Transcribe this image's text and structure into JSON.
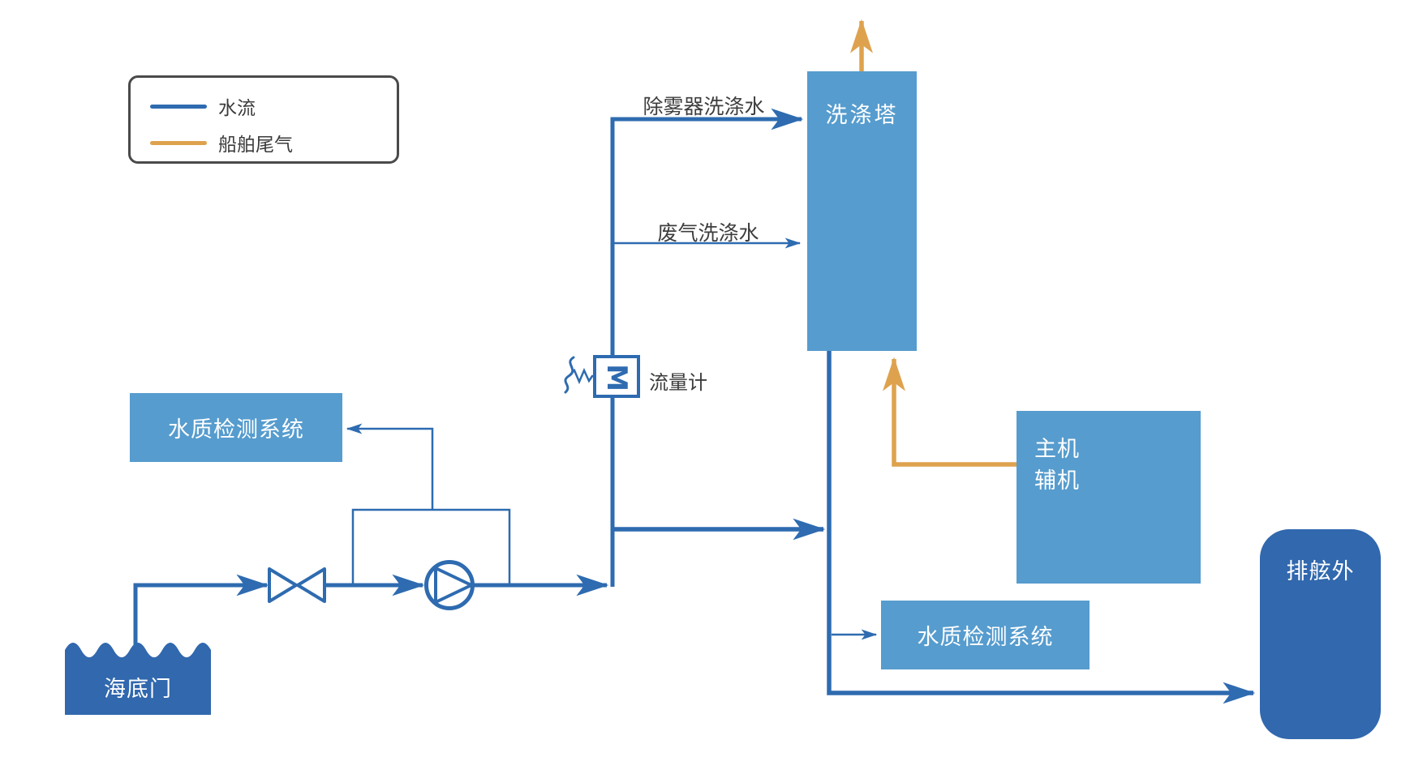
{
  "legend": {
    "items": [
      {
        "label": "水流"
      },
      {
        "label": "船舶尾气"
      }
    ]
  },
  "nodes": {
    "scrubber_tower": "洗涤塔",
    "water_quality_left": "水质检测系统",
    "water_quality_bottom": "水质检测系统",
    "engines_line1": "主机",
    "engines_line2": "辅机",
    "overboard": "排舷外",
    "sea_chest": "海底门",
    "flow_meter_symbol": "M"
  },
  "labels": {
    "demister_wash": "除雾器洗涤水",
    "exhaust_wash": "废气洗涤水",
    "flow_meter": "流量计"
  },
  "colors": {
    "water_line": "#2E6BB0",
    "exhaust_line": "#DEA24E",
    "light_box": "#569CCE",
    "dark_box": "#3168AE",
    "label_text": "#3d3d3d",
    "box_text": "#ffffff",
    "legend_border": "#4a4a4a"
  }
}
